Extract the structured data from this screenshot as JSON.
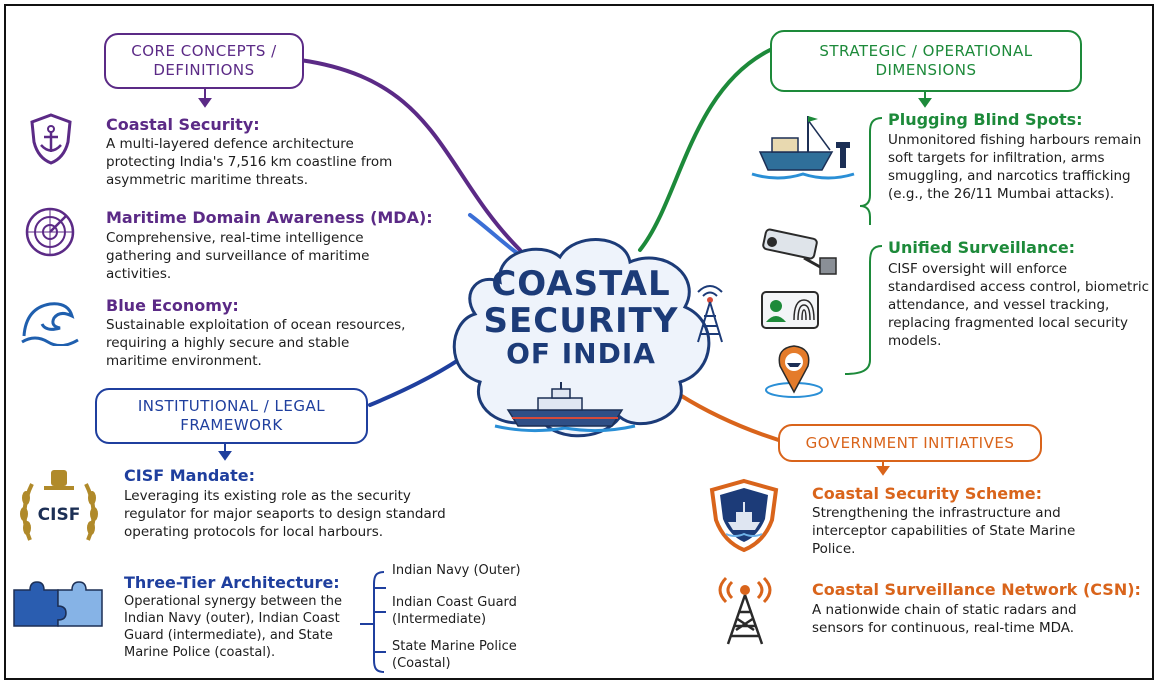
{
  "center": {
    "line1": "COASTAL",
    "line2": "SECURITY",
    "line3": "OF INDIA"
  },
  "branches": {
    "core": {
      "title_line1": "CORE CONCEPTS /",
      "title_line2": "DEFINITIONS",
      "color": "#5b2a86",
      "items": [
        {
          "heading": "Coastal Security:",
          "text": "A multi-layered defence architecture protecting India's 7,516 km coastline from asymmetric maritime threats.",
          "icon": "anchor-shield-icon"
        },
        {
          "heading": "Maritime Domain Awareness (MDA):",
          "text": "Comprehensive, real-time intelligence gathering and surveillance of maritime activities.",
          "icon": "radar-icon"
        },
        {
          "heading": "Blue Economy:",
          "text": "Sustainable exploitation of ocean resources, requiring a highly secure and stable maritime environment.",
          "icon": "wave-icon"
        }
      ]
    },
    "strategic": {
      "title_line1": "STRATEGIC / OPERATIONAL",
      "title_line2": "DIMENSIONS",
      "color": "#1d8a3a",
      "items": [
        {
          "heading": "Plugging Blind Spots:",
          "text": "Unmonitored fishing harbours remain soft targets for infiltration, arms smuggling, and narcotics trafficking (e.g., the 26/11 Mumbai attacks).",
          "icon": "fishing-boat-icon"
        },
        {
          "heading": "Unified Surveillance:",
          "text": "CISF oversight will enforce standardised access control, biometric attendance, and vessel tracking, replacing fragmented local security models.",
          "icon": "cctv-camera-icon"
        }
      ]
    },
    "institutional": {
      "title_line1": "INSTITUTIONAL / LEGAL",
      "title_line2": "FRAMEWORK",
      "color": "#1f3f9e",
      "items": [
        {
          "heading": "CISF Mandate:",
          "text": "Leveraging its existing role as the security regulator for major seaports to design standard operating protocols for local harbours.",
          "icon": "cisf-emblem-icon",
          "emblem_text": "CISF"
        },
        {
          "heading": "Three-Tier Architecture:",
          "text": "Operational synergy between the Indian Navy (outer), Indian Coast Guard (intermediate), and State Marine Police (coastal).",
          "icon": "puzzle-icon"
        }
      ],
      "tiers": [
        {
          "line1": "Indian Navy (Outer)",
          "line2": ""
        },
        {
          "line1": "Indian Coast Guard",
          "line2": "(Intermediate)"
        },
        {
          "line1": "State Marine Police",
          "line2": "(Coastal)"
        }
      ]
    },
    "government": {
      "title": "GOVERNMENT INITIATIVES",
      "color": "#d9641b",
      "items": [
        {
          "heading": "Coastal Security Scheme:",
          "text": "Strengthening the infrastructure and interceptor capabilities of State Marine Police.",
          "icon": "ship-shield-icon"
        },
        {
          "heading": "Coastal Surveillance Network (CSN):",
          "text": "A nationwide chain of static radars and sensors for continuous, real-time MDA.",
          "icon": "radio-tower-icon"
        }
      ]
    }
  }
}
